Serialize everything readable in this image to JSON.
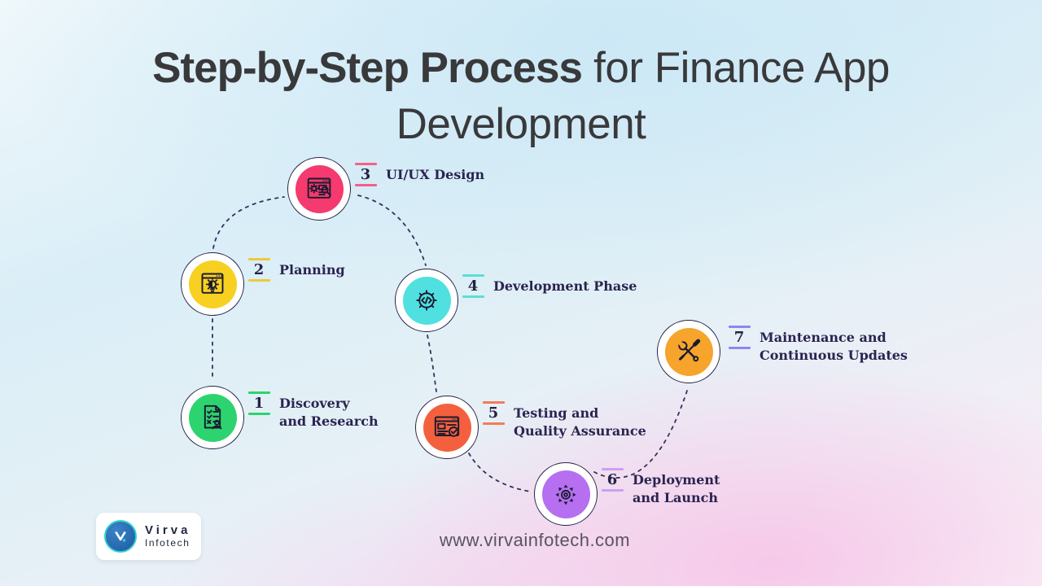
{
  "title": {
    "bold": "Step-by-Step Process",
    "regular": " for Finance App Development"
  },
  "steps": [
    {
      "number": "1",
      "line1": "Discovery",
      "line2": "and Research",
      "color": "#2DD36F",
      "line_color": "#2DD36F",
      "icon": "research-checklist-icon"
    },
    {
      "number": "2",
      "line1": "Planning",
      "line2": "",
      "color": "#F7D021",
      "line_color": "#EFC93A",
      "icon": "planning-lightbulb-icon"
    },
    {
      "number": "3",
      "line1": "UI/UX Design",
      "line2": "",
      "color": "#F43A6E",
      "line_color": "#F75E8E",
      "icon": "design-browser-icon"
    },
    {
      "number": "4",
      "line1": "Development Phase",
      "line2": "",
      "color": "#4FE0DF",
      "line_color": "#59DFD6",
      "icon": "code-gear-icon"
    },
    {
      "number": "5",
      "line1": "Testing and",
      "line2": "Quality Assurance",
      "color": "#F4603D",
      "line_color": "#F47B55",
      "icon": "testing-browser-icon"
    },
    {
      "number": "6",
      "line1": "Deployment",
      "line2": "and Launch",
      "color": "#B66FF0",
      "line_color": "#CDA0F2",
      "icon": "deployment-gear-icon"
    },
    {
      "number": "7",
      "line1": "Maintenance and",
      "line2": "Continuous Updates",
      "color": "#F6A42C",
      "line_color": "#8F86F0",
      "icon": "maintenance-tools-icon"
    }
  ],
  "logo": {
    "name": "Virva",
    "sub": "Infotech",
    "icon": "virva-logo-icon"
  },
  "footer": {
    "website": "www.virvainfotech.com"
  },
  "palette": {
    "text_dark_navy": "#2A2450",
    "title_color": "#39393B",
    "connector_color": "#35315A",
    "background_blue": "#CBE8F6",
    "background_pink": "#F6C6E8"
  }
}
